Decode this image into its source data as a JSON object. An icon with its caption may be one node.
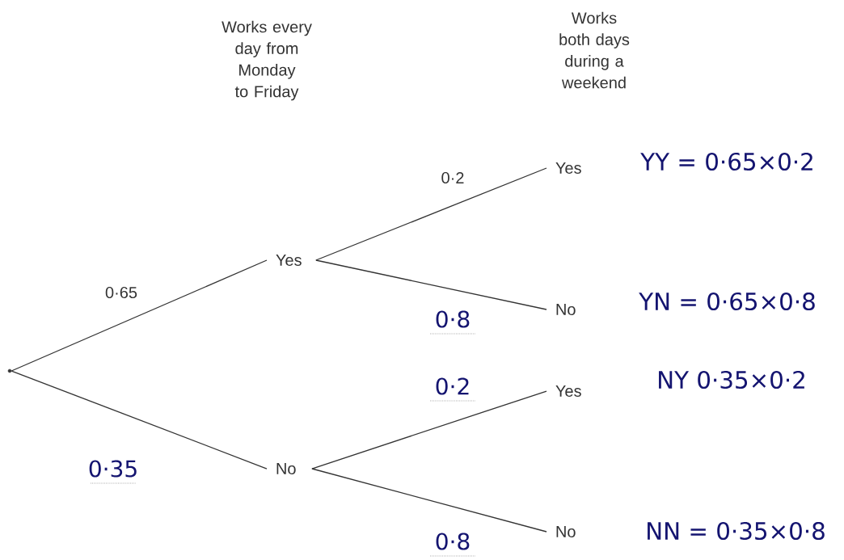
{
  "diagram": {
    "nodes": [
      {
        "text": [],
        "shape": "circle"
      },
      {
        "text": [
          "Yes"
        ]
      },
      {
        "text": [
          "No"
        ]
      },
      {
        "text": [
          "Yes"
        ]
      },
      {
        "text": [
          "No"
        ]
      },
      {
        "text": [
          "Yes"
        ]
      },
      {
        "text": [
          "No"
        ]
      }
    ],
    "edges": [
      {
        "from": 0,
        "to": 1,
        "arrow": "none",
        "label": "0·65"
      },
      {
        "from": 0,
        "to": 2,
        "arrow": "none",
        "label": "0·35"
      },
      {
        "from": 1,
        "to": 3,
        "arrow": "none",
        "label": "0·2"
      },
      {
        "from": 1,
        "to": 4,
        "arrow": "none",
        "label": "0·8"
      },
      {
        "from": 2,
        "to": 5,
        "arrow": "none",
        "label": "0·2"
      },
      {
        "from": 2,
        "to": 6,
        "arrow": "none",
        "label": "0·8"
      }
    ],
    "labels": [
      "Works every day from Monday to Friday",
      "Works both days during a weekend",
      "YY = 0·65×0·2",
      "YN = 0·65×0·8",
      "NY 0·35×0·2",
      "NN = 0·35×0·8"
    ]
  }
}
